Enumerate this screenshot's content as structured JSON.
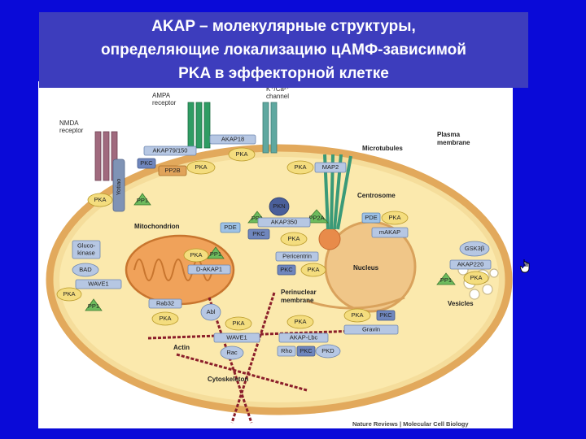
{
  "title": {
    "line1": "AKAP – молекулярные структуры,",
    "line2": "определяющие локализацию цАМФ-зависимой",
    "line3": "PKA в эффекторной клетке"
  },
  "labels": {
    "nmda": [
      "NMDA",
      "receptor"
    ],
    "ampa": [
      "AMPA",
      "receptor"
    ],
    "channel": [
      "K⁺/Ca²⁺",
      "channel"
    ],
    "plasma": [
      "Plasma",
      "membrane"
    ],
    "microtubules": "Microtubules",
    "centrosome": "Centrosome",
    "mitochondrion": "Mitochondrion",
    "nucleus": "Nucleus",
    "perinuclear": [
      "Perinuclear",
      "membrane"
    ],
    "vesicles": "Vesicles",
    "actin": "Actin",
    "cytoskeleton": "Cytoskeleton",
    "yotiao": "Yotiao",
    "credit": "Nature Reviews | Molecular Cell Biology"
  },
  "proteins": {
    "akap79": "AKAP79/150",
    "pkc": "PKC",
    "pp2b": "PP2B",
    "pka": "PKA",
    "pp1": "PP1",
    "akap18": "AKAP18",
    "map2": "MAP2",
    "pkn": "PKN",
    "pp2a": "PP2A",
    "pde": "PDE",
    "akap350": "AKAP350",
    "makap": "mAKAP",
    "gsk3b": "GSK3β",
    "akap220": "AKAP220",
    "glucokinase": [
      "Gluco-",
      "kinase"
    ],
    "bad": "BAD",
    "wave1": "WAVE1",
    "dakap1": "D-AKAP1",
    "pericentrin": "Pericentrin",
    "rab32": "Rab32",
    "abl": "Abl",
    "rac": "Rac",
    "akaplbc": "AKAP-Lbc",
    "rho": "Rho",
    "pkd": "PKD",
    "gravin": "Gravin"
  }
}
